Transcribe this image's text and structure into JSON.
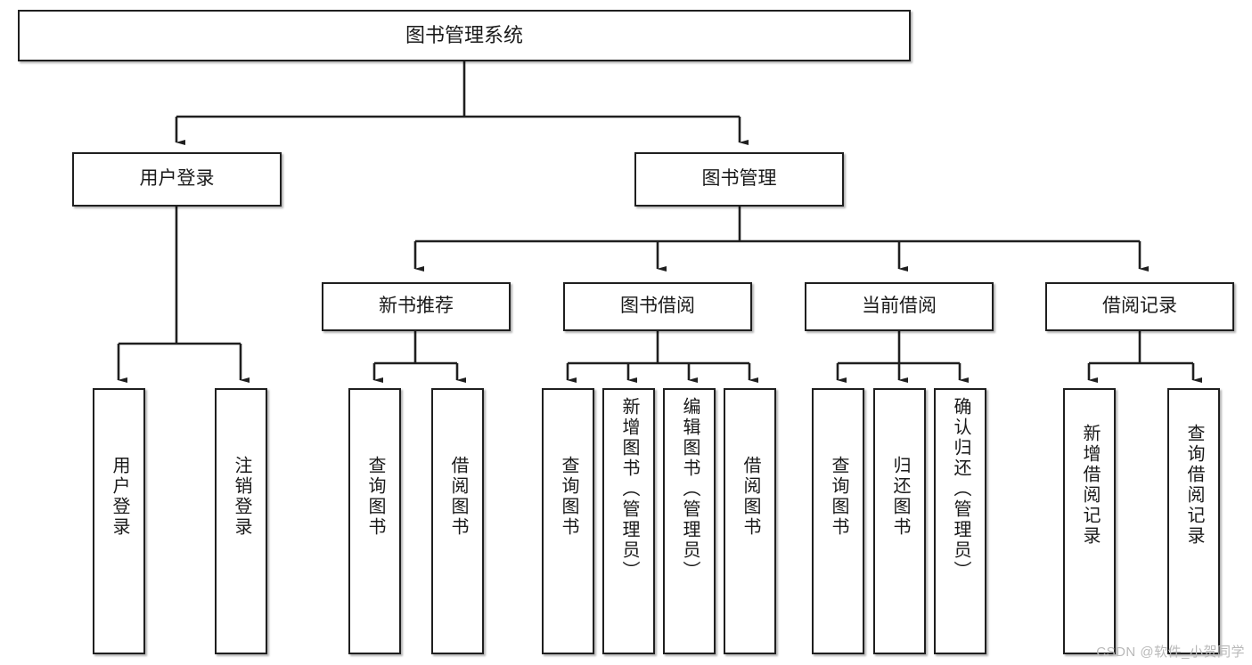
{
  "diagram": {
    "title": "图书管理系统",
    "watermark": "CSDN @软件_小贺同学",
    "type": "hierarchy-tree",
    "line_color": "#1f1f1f",
    "box_fill": "#ffffff",
    "text_color": "#1a1a1a",
    "watermark_color": "#b9b9b9"
  },
  "nodes": {
    "root": {
      "label": "图书管理系统",
      "level": 0
    },
    "user_login": {
      "label": "用户登录",
      "level": 1
    },
    "book_manage": {
      "label": "图书管理",
      "level": 1
    },
    "new_book_rec": {
      "label": "新书推荐",
      "level": 2
    },
    "book_borrow": {
      "label": "图书借阅",
      "level": 2
    },
    "current_borrow": {
      "label": "当前借阅",
      "level": 2
    },
    "borrow_record": {
      "label": "借阅记录",
      "level": 2
    },
    "leaf_user_login": {
      "label": "用户登录",
      "level": 3
    },
    "leaf_user_logout": {
      "label": "注销登录",
      "level": 3
    },
    "leaf_query_book_1": {
      "label": "查询图书",
      "level": 3
    },
    "leaf_borrow_book_1": {
      "label": "借阅图书",
      "level": 3
    },
    "leaf_query_book_2": {
      "label": "查询图书",
      "level": 3
    },
    "leaf_add_book": {
      "label": "新增图书（管理员）",
      "level": 3
    },
    "leaf_edit_book": {
      "label": "编辑图书（管理员）",
      "level": 3
    },
    "leaf_borrow_book_2": {
      "label": "借阅图书",
      "level": 3
    },
    "leaf_query_book_3": {
      "label": "查询图书",
      "level": 3
    },
    "leaf_return_book": {
      "label": "归还图书",
      "level": 3
    },
    "leaf_confirm_return": {
      "label": "确认归还（管理员）",
      "level": 3
    },
    "leaf_add_record": {
      "label": "新增借阅记录",
      "level": 3
    },
    "leaf_query_record": {
      "label": "查询借阅记录",
      "level": 3
    }
  },
  "edges": [
    {
      "from": "root",
      "to": "user_login"
    },
    {
      "from": "root",
      "to": "book_manage"
    },
    {
      "from": "book_manage",
      "to": "new_book_rec"
    },
    {
      "from": "book_manage",
      "to": "book_borrow"
    },
    {
      "from": "book_manage",
      "to": "current_borrow"
    },
    {
      "from": "book_manage",
      "to": "borrow_record"
    },
    {
      "from": "user_login",
      "to": "leaf_user_login"
    },
    {
      "from": "user_login",
      "to": "leaf_user_logout"
    },
    {
      "from": "new_book_rec",
      "to": "leaf_query_book_1"
    },
    {
      "from": "new_book_rec",
      "to": "leaf_borrow_book_1"
    },
    {
      "from": "book_borrow",
      "to": "leaf_query_book_2"
    },
    {
      "from": "book_borrow",
      "to": "leaf_add_book"
    },
    {
      "from": "book_borrow",
      "to": "leaf_edit_book"
    },
    {
      "from": "book_borrow",
      "to": "leaf_borrow_book_2"
    },
    {
      "from": "current_borrow",
      "to": "leaf_query_book_3"
    },
    {
      "from": "current_borrow",
      "to": "leaf_return_book"
    },
    {
      "from": "current_borrow",
      "to": "leaf_confirm_return"
    },
    {
      "from": "borrow_record",
      "to": "leaf_add_record"
    },
    {
      "from": "borrow_record",
      "to": "leaf_query_record"
    }
  ]
}
